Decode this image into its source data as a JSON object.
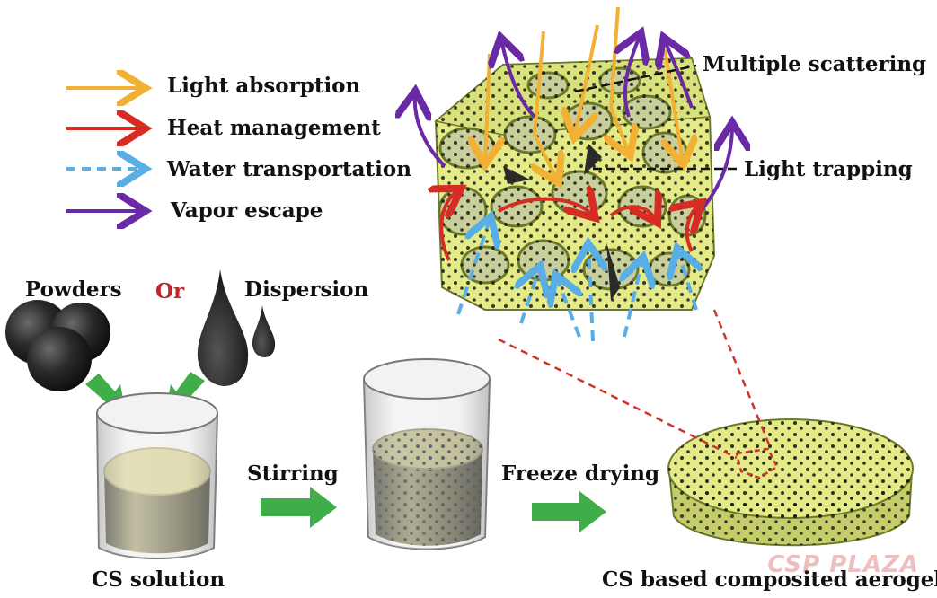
{
  "legend": {
    "items": [
      {
        "label": "Light absorption",
        "color": "#f2b135",
        "style": "solid"
      },
      {
        "label": "Heat management",
        "color": "#d62c24",
        "style": "solid"
      },
      {
        "label": "Water transportation",
        "color": "#5aaee6",
        "style": "dashed"
      },
      {
        "label": "Vapor escape",
        "color": "#6a2aa6",
        "style": "solid"
      }
    ]
  },
  "annotations": {
    "multiple_scattering": "Multiple scattering",
    "light_trapping": "Light trapping"
  },
  "inputs": {
    "powders": "Powders",
    "or": "Or",
    "dispersion": "Dispersion"
  },
  "steps": {
    "stirring": "Stirring",
    "freeze_drying": "Freeze drying"
  },
  "products": {
    "cs_solution": "CS solution",
    "aerogel": "CS based composited aerogel"
  },
  "watermark": "CSP PLAZA",
  "colors": {
    "aerogel_yellow": "#e8ee8c",
    "arrow_green": "#3fae49",
    "connector_red": "#d0332a"
  }
}
